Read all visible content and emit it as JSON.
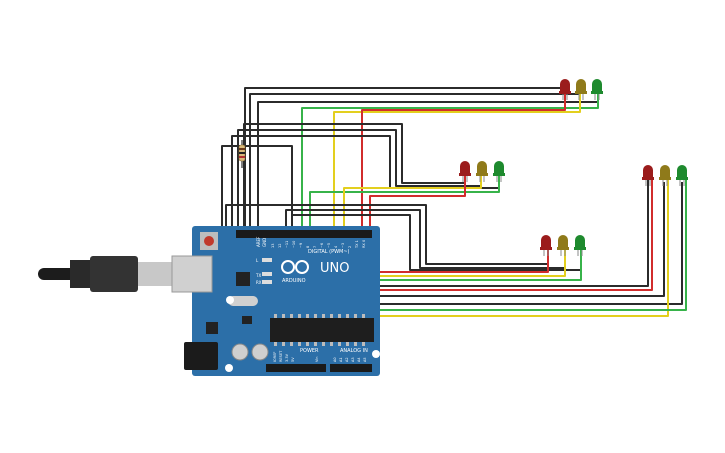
{
  "board": {
    "model": "UNO",
    "brand": "ARDUINO",
    "digital_label": "DIGITAL (PWM~)",
    "power_label": "POWER",
    "analog_label": "ANALOG IN",
    "aref_label": "AREF",
    "gnd_label": "GND",
    "tx_label": "TX",
    "rx_label": "RX",
    "l_label": "L",
    "ioref_label": "IOREF",
    "reset_label": "RESET",
    "v33_label": "3.3V",
    "v5_label": "5V",
    "vin_label": "Vin",
    "analog_pins": [
      "A0",
      "A1",
      "A2",
      "A3",
      "A4",
      "A5"
    ],
    "digital_pins": [
      "13",
      "12",
      "~11",
      "~10",
      "~9",
      "8",
      "7",
      "~6",
      "~5",
      "4",
      "~3",
      "2",
      "TX 1",
      "RX 0"
    ]
  },
  "colors": {
    "board": "#2c6fa8",
    "wire_black": "#2b2b2b",
    "wire_red": "#d12c2c",
    "wire_yellow": "#e3cf1e",
    "wire_green": "#37b34a",
    "led_red": "#9b1c1c",
    "led_yellow": "#8f7a1a",
    "led_green": "#1e8a2e"
  },
  "leds": {
    "group1": [
      "red",
      "yellow",
      "green"
    ],
    "group2": [
      "red",
      "yellow",
      "green"
    ],
    "group3": [
      "red",
      "yellow",
      "green"
    ],
    "group4": [
      "red",
      "yellow",
      "green"
    ]
  }
}
